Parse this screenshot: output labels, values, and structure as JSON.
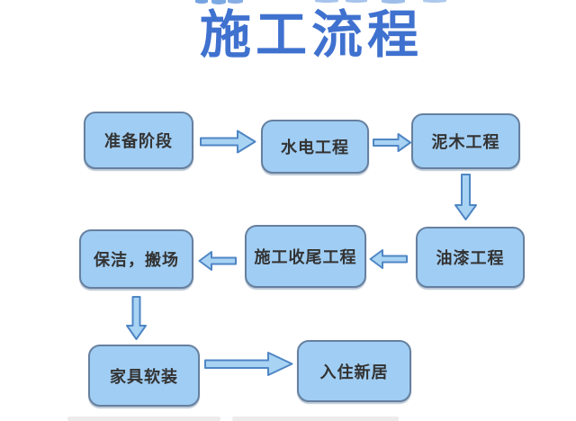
{
  "title": "施工流程",
  "colors": {
    "title": "#3f71cf",
    "node_fill": "#a0cdf3",
    "node_border": "#66809f",
    "arrow_fill": "#a8d3f3",
    "arrow_border": "#4f86c4",
    "node_text": "#333333",
    "background": "#ffffff"
  },
  "flow": {
    "nodes": [
      {
        "id": "prepare",
        "label": "准备阶段"
      },
      {
        "id": "plumbing-electrical",
        "label": "水电工程"
      },
      {
        "id": "masonry-carpentry",
        "label": "泥木工程"
      },
      {
        "id": "painting",
        "label": "油漆工程"
      },
      {
        "id": "finishing",
        "label": "施工收尾工程"
      },
      {
        "id": "cleaning-moving",
        "label": "保洁，搬场"
      },
      {
        "id": "furniture-soft-decor",
        "label": "家具软装"
      },
      {
        "id": "move-in",
        "label": "入住新居"
      }
    ],
    "edges": [
      {
        "from": "prepare",
        "to": "plumbing-electrical",
        "direction": "right"
      },
      {
        "from": "plumbing-electrical",
        "to": "masonry-carpentry",
        "direction": "right"
      },
      {
        "from": "masonry-carpentry",
        "to": "painting",
        "direction": "down"
      },
      {
        "from": "painting",
        "to": "finishing",
        "direction": "left"
      },
      {
        "from": "finishing",
        "to": "cleaning-moving",
        "direction": "left"
      },
      {
        "from": "cleaning-moving",
        "to": "furniture-soft-decor",
        "direction": "down"
      },
      {
        "from": "furniture-soft-decor",
        "to": "move-in",
        "direction": "right"
      }
    ]
  }
}
